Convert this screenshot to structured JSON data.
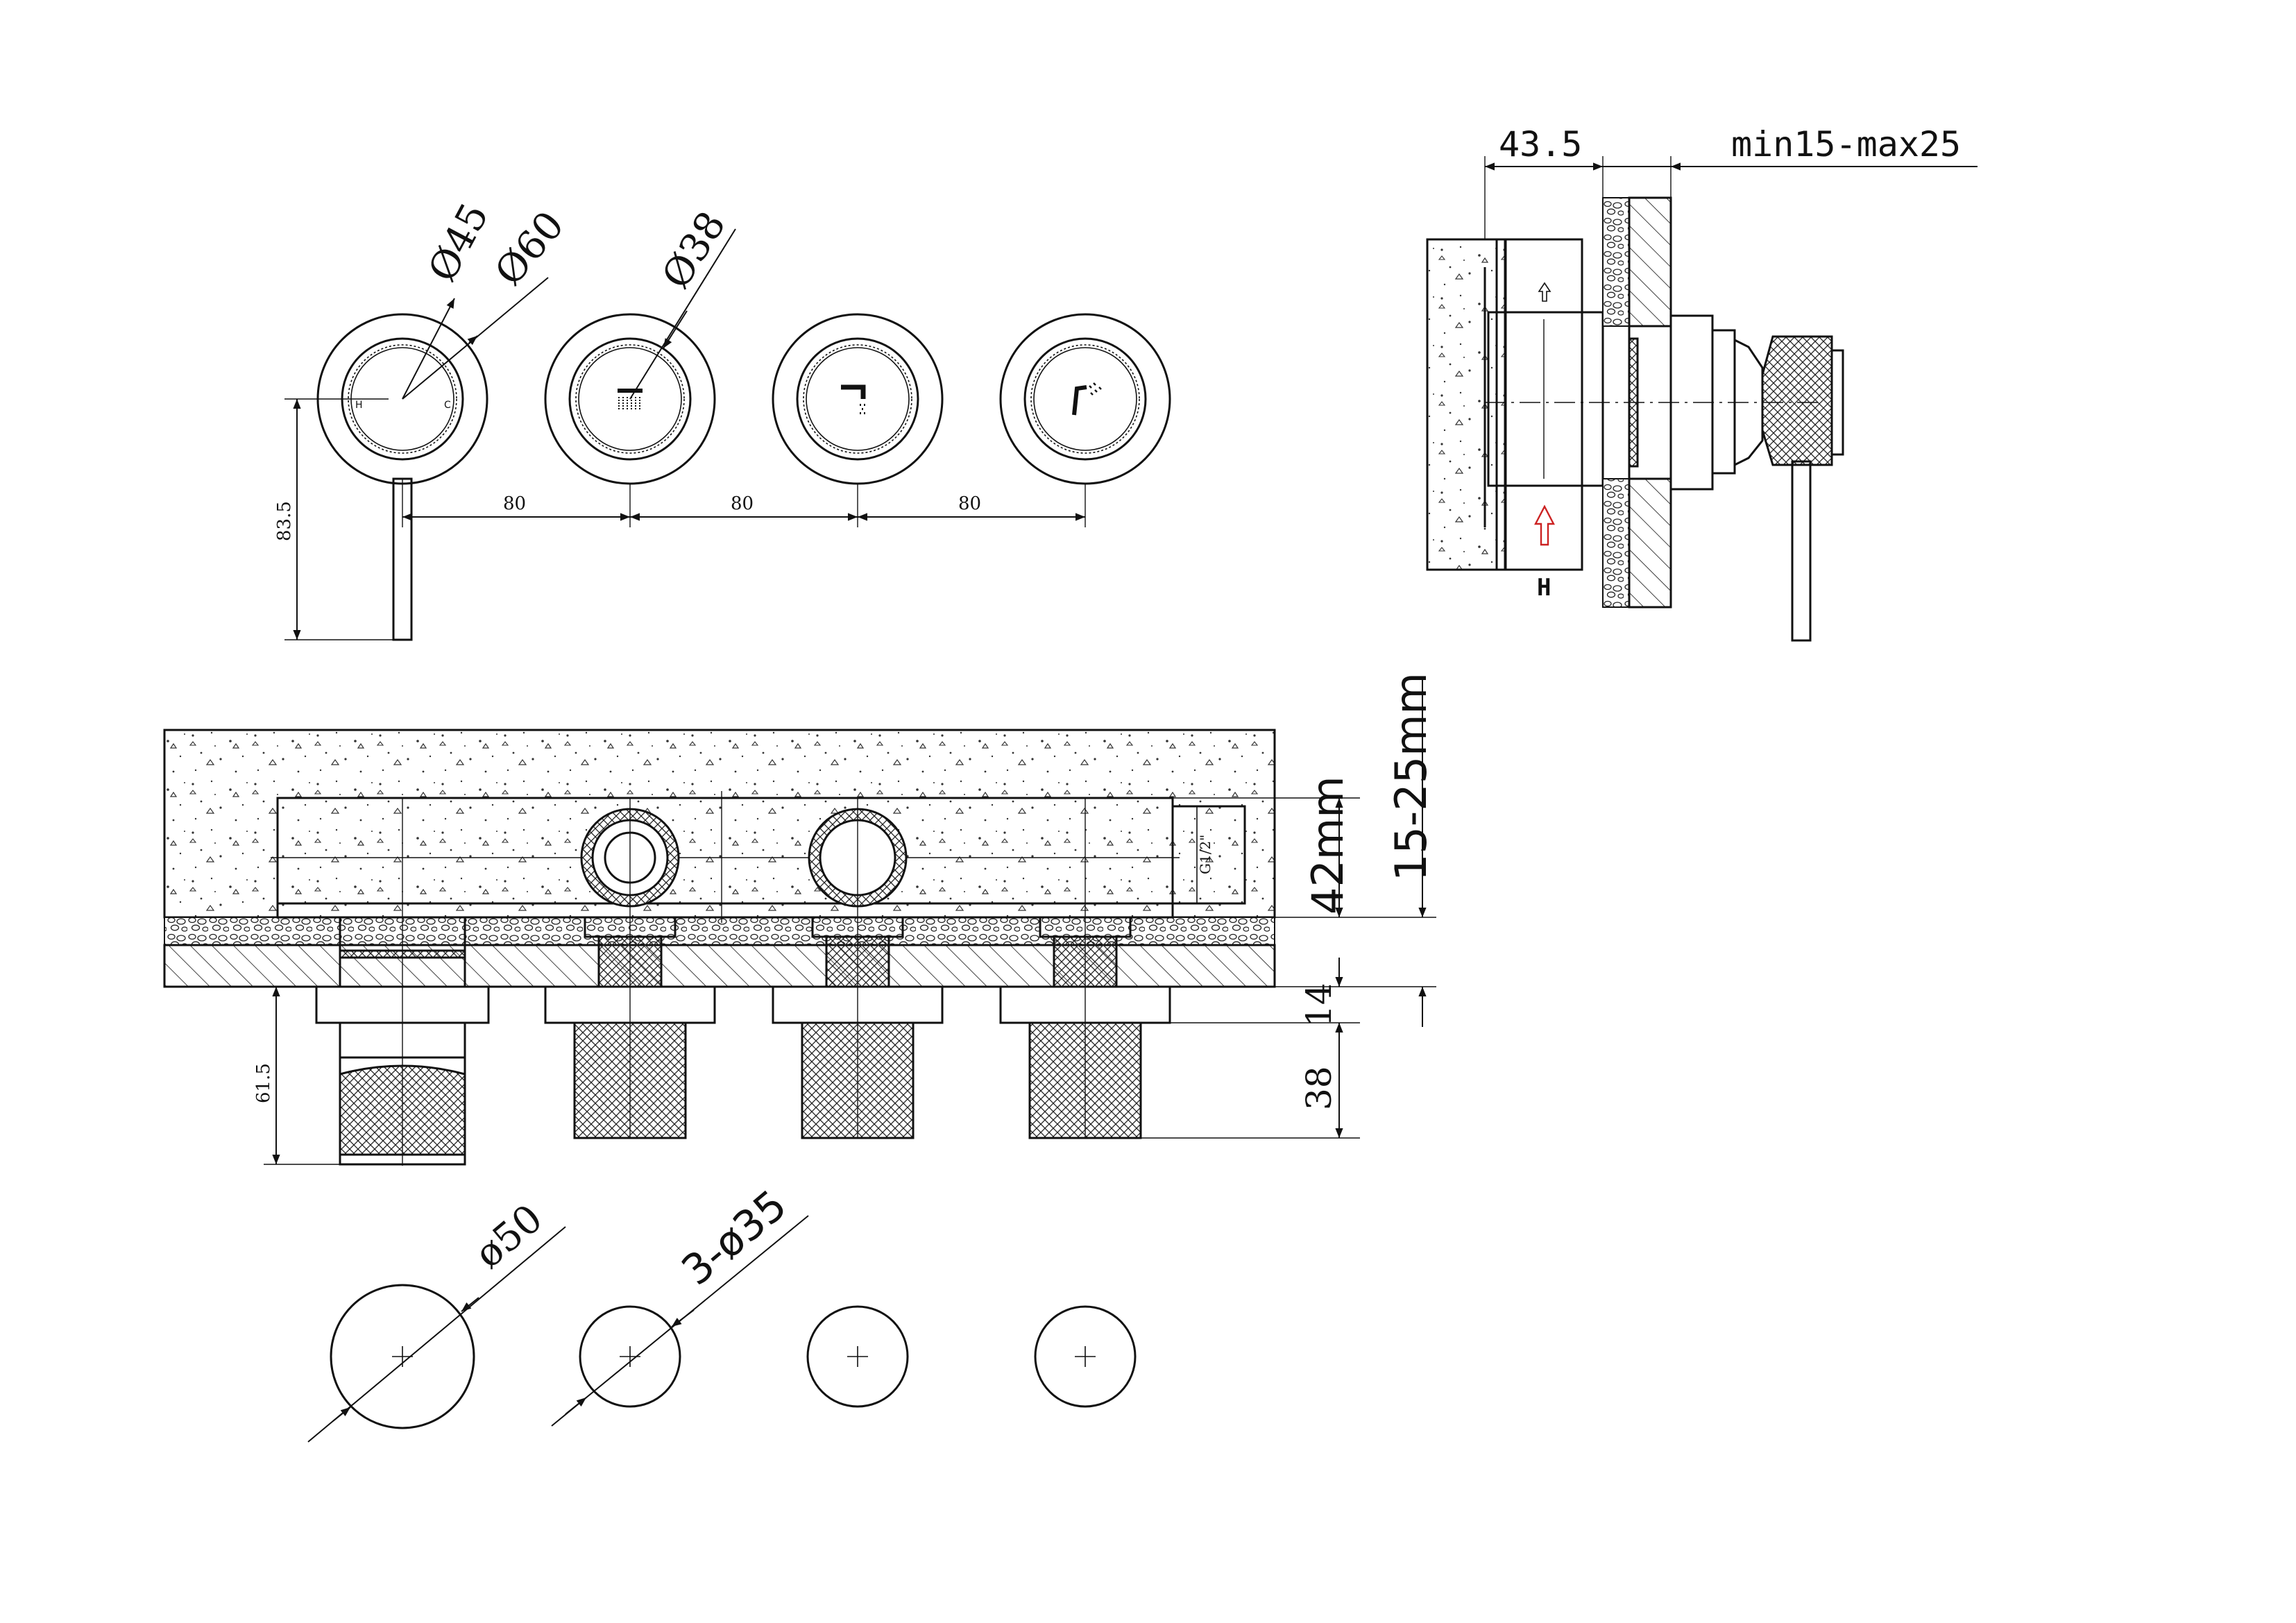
{
  "front_view": {
    "dia_lever_inner": "Ø45",
    "dia_lever_outer": "Ø60",
    "dia_button": "Ø38",
    "label_hot": "H",
    "label_cold": "C",
    "spacing_1": "80",
    "spacing_2": "80",
    "spacing_3": "80",
    "lever_drop": "83.5"
  },
  "side_view": {
    "body_depth": "43.5",
    "wall_range": "min15-max25",
    "inlet_label": "H"
  },
  "plan_view": {
    "wall_range": "15-25mm",
    "body_height": "42mm",
    "thread_label": "G1/2\"",
    "plate_gap": "14",
    "button_projection": "38",
    "lever_projection": "61.5"
  },
  "cutout_view": {
    "dia_main": "ø50",
    "dia_buttons": "3-ø35"
  }
}
